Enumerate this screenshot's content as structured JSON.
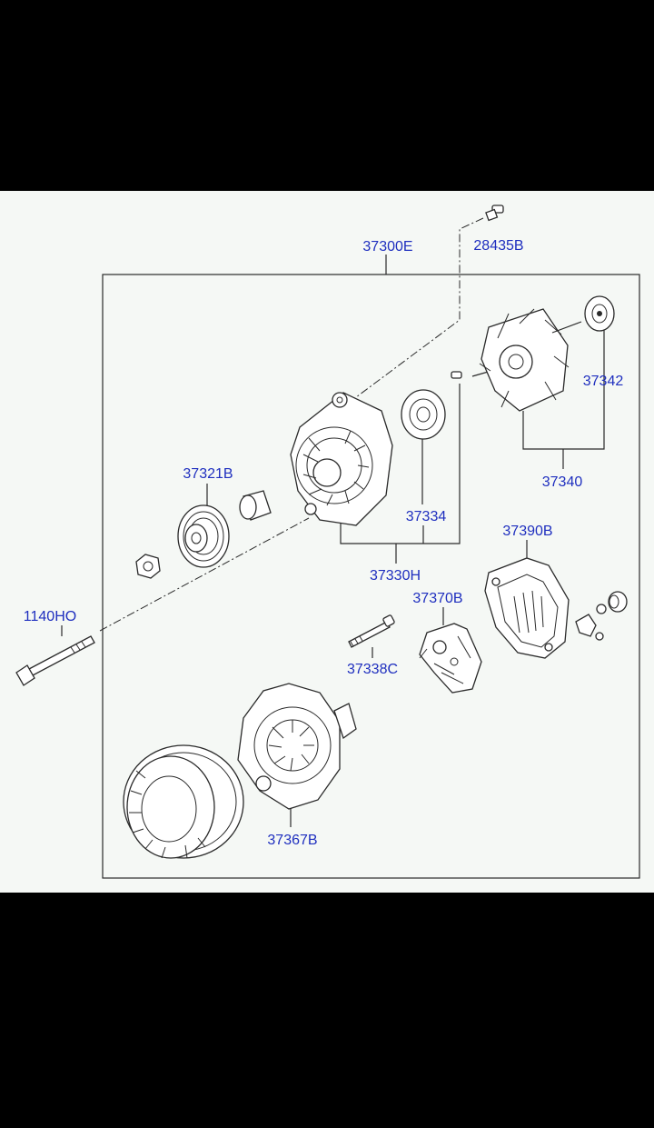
{
  "colors": {
    "background": "#000000",
    "diagram_paper": "#f5f8f5",
    "label_color": "#1f2fbf",
    "line_color": "#2a2a2a"
  },
  "labels": {
    "assembly": "37300E",
    "bolt_top": "28435B",
    "pulley": "37321B",
    "bearing_front": "37334",
    "front_bracket_assy": "37330H",
    "rotor_assy": "37340",
    "bearing_rear": "37342",
    "rear_cover": "37390B",
    "long_bolt": "1140HO",
    "regulator": "37370B",
    "through_bolt": "37338C",
    "rear_bracket": "37367B"
  }
}
